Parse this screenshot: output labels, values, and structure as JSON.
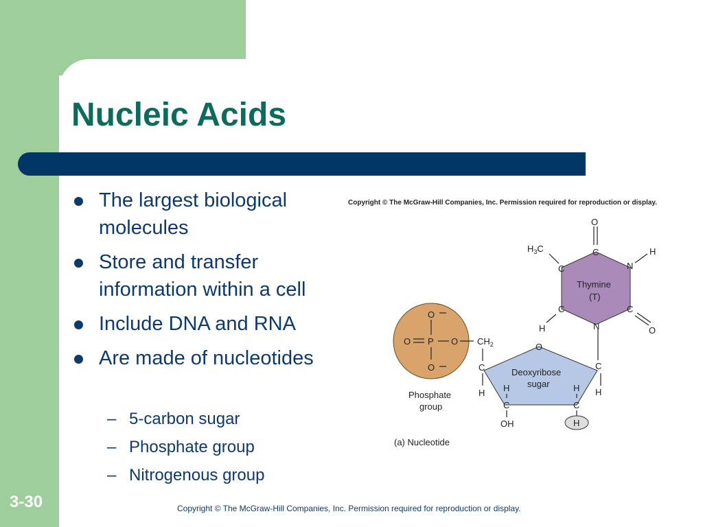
{
  "slide": {
    "title": "Nucleic Acids",
    "number": "3-30",
    "footer": "Copyright © The McGraw-Hill Companies, Inc. Permission required for reproduction or display."
  },
  "bullets": [
    "The largest biological molecules",
    "Store and transfer information within a cell",
    "Include DNA and RNA",
    "Are made of nucleotides"
  ],
  "sub_bullets": [
    "5-carbon sugar",
    "Phosphate group",
    "Nitrogenous group"
  ],
  "sub_bullet_marker": "–",
  "figure": {
    "copyright": "Copyright © The McGraw-Hill Companies, Inc. Permission required for reproduction or display.",
    "caption": "(a) Nucleotide",
    "phosphate_label_1": "Phosphate",
    "phosphate_label_2": "group",
    "sugar_label_1": "Deoxyribose",
    "sugar_label_2": "sugar",
    "base_label_1": "Thymine",
    "base_label_2": "(T)",
    "atoms": {
      "O": "O",
      "P": "P",
      "C": "C",
      "N": "N",
      "H": "H",
      "OH": "OH",
      "CH2": "CH",
      "CH2_sub": "2",
      "H3C": "H",
      "H3C_sub": "3",
      "H3C_tail": "C"
    },
    "colors": {
      "phosphate": "#d9a36c",
      "sugar": "#b7c8e6",
      "base": "#a98ab8",
      "h_oval": "#dddddd"
    }
  }
}
